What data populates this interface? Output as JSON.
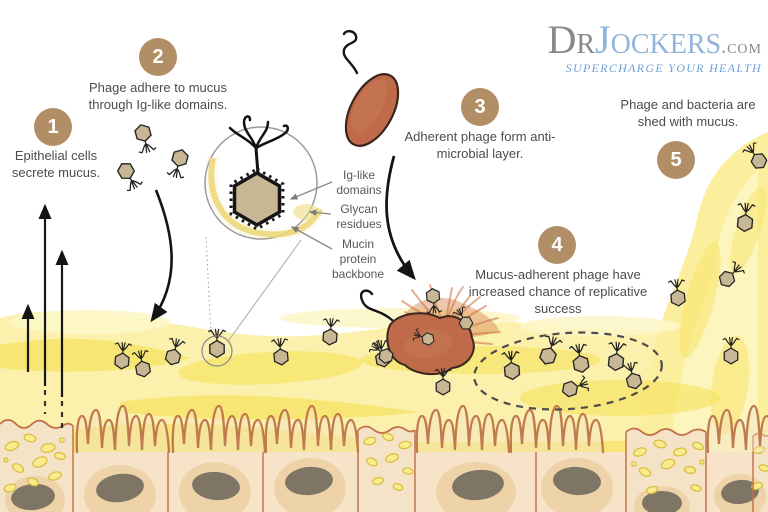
{
  "brand": {
    "name_prefix": "Dr",
    "name_main": "Jockers",
    "name_tld": ".com",
    "tagline": "SUPERCHARGE YOUR HEALTH"
  },
  "steps": [
    {
      "num": "1",
      "text": "Epithelial cells secrete mucus."
    },
    {
      "num": "2",
      "text": "Phage adhere to mucus through Ig-like domains."
    },
    {
      "num": "3",
      "text": "Adherent phage form anti-microbial layer."
    },
    {
      "num": "4",
      "text": "Mucus-adherent phage have increased chance of replicative success"
    },
    {
      "num": "5",
      "text": "Phage and bacteria are shed with mucus."
    }
  ],
  "inset": {
    "labels": [
      "Ig-like domains",
      "Glycan residues",
      "Mucin protein backbone"
    ]
  },
  "icons": {
    "phage-icon": "hexagonal bacteriophage with tail fibers (inline SVG shape)",
    "bacterium-icon": "rod-shaped bacterium with flagellum (inline SVG shape)",
    "lysed-bacterium-icon": "bursting bacterium with orange lysis halo (inline SVG shape)",
    "up-arrow-icon": "black upward secretion arrow",
    "curved-arrow-icon": "black curved directional arrow",
    "magnifier-inset-icon": "circular zoom inset of phage on mucin strand"
  },
  "colors": {
    "badge": "#b28e67",
    "text": "#4c4c4d",
    "logo_gray": "#87898c",
    "logo_blue": "#92b5dc",
    "tagline_blue": "#6fa0d8",
    "mucus_yellow": "#f7e467",
    "mucus_pale": "#fbf0a8",
    "phage_head": "#c7b794",
    "bacterium": "#bf6a49",
    "cell_body": "#f6e3c8",
    "cell_halo": "#ecd0a2",
    "nucleus": "#7e7565",
    "cell_border": "#c1714a"
  }
}
